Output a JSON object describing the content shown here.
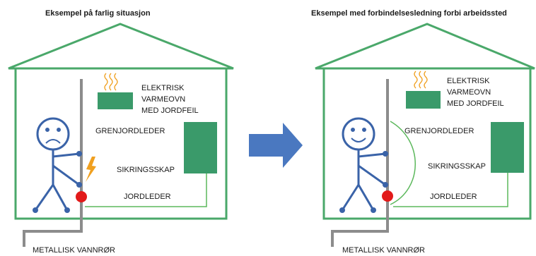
{
  "left_panel": {
    "title": "Eksempel på farlig situasjon",
    "heater_label": [
      "ELEKTRISK",
      "VARMEOVN",
      "MED JORDFEIL"
    ],
    "branch_ground_label": "GRENJORDLEDER",
    "fuse_box_label": "SIKRINGSSKAP",
    "ground_wire_label": "JORDLEDER",
    "water_pipe_label": "METALLISK  VANNRØR"
  },
  "right_panel": {
    "title": "Eksempel med forbindelsesledning  forbi arbeidssted",
    "heater_label": [
      "ELEKTRISK",
      "VARMEOVN",
      "MED JORDFEIL"
    ],
    "branch_ground_label": "GRENJORDLEDER",
    "fuse_box_label": "SIKRINGSSKAP",
    "ground_wire_label": "JORDLEDER",
    "water_pipe_label": "METALLISK  VANNRØR"
  },
  "colors": {
    "house_outline": "#4aa86a",
    "heater": "#3a9a6a",
    "fuse_box": "#3a9a6a",
    "ground_wire": "#5cb85c",
    "pipe": "#8c8c8c",
    "person": "#3a63a8",
    "fault_point": "#e21a1a",
    "arrow": "#4a78c0",
    "lightning": "#f0a020"
  }
}
